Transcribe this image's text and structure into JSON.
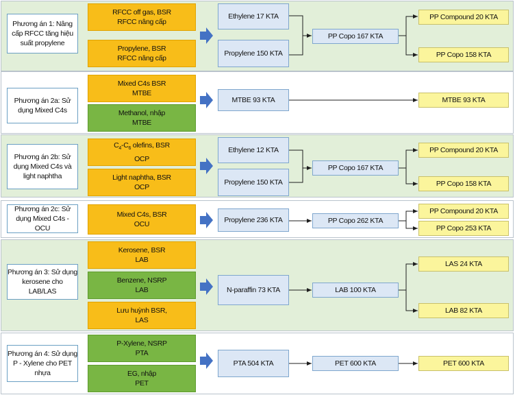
{
  "colors": {
    "band_green": "#e2efd9",
    "band_white": "#ffffff",
    "input_orange": "#f8bd19",
    "input_green": "#79b644",
    "intermediate_blue": "#dce7f5",
    "product_yellow": "#fbf59c",
    "arrow_blue": "#4472c4"
  },
  "pa1": {
    "label": "Phương án 1: Nâng cấp RFCC tăng hiệu suất propylene",
    "in1": {
      "l1": "RFCC off gas, BSR",
      "l2": "RFCC nâng cấp"
    },
    "in2": {
      "l1": "Propylene, BSR",
      "l2": "RFCC nâng cấp"
    },
    "mid1": "Ethylene 17 KTA",
    "mid2": "Propylene 150 KTA",
    "merge": "PP Copo 167 KTA",
    "out1": "PP Compound 20 KTA",
    "out2": "PP Copo 158 KTA"
  },
  "pa2a": {
    "label": "Phương án 2a: Sử dụng Mixed C4s",
    "in1": {
      "l1": "Mixed C4s BSR",
      "l2": "MTBE"
    },
    "in2": {
      "l1": "Methanol, nhập",
      "l2": "MTBE"
    },
    "mid1": "MTBE 93 KTA",
    "out1": "MTBE 93 KTA"
  },
  "pa2b": {
    "label": "Phương án 2b: Sử dụng Mixed C4s và light naphtha",
    "in1": {
      "l1_pre": "C",
      "l1_sub1": "4",
      "l1_mid": "-C",
      "l1_sub2": "6",
      "l1_post": " olefins, BSR",
      "l2": "OCP"
    },
    "in2": {
      "l1": "Light naphtha, BSR",
      "l2": "OCP"
    },
    "mid1": "Ethylene 12 KTA",
    "mid2": "Propylene 150 KTA",
    "merge": "PP Copo 167 KTA",
    "out1": "PP Compound 20 KTA",
    "out2": "PP Copo 158 KTA"
  },
  "pa2c": {
    "label": "Phương án 2c: Sử dụng Mixed C4s - OCU",
    "in1": {
      "l1": "Mixed C4s, BSR",
      "l2": "OCU"
    },
    "mid1": "Propylene 236 KTA",
    "merge": "PP Copo 262 KTA",
    "out1": "PP Compound 20 KTA",
    "out2": "PP Copo 253 KTA"
  },
  "pa3": {
    "label": "Phương án 3: Sử dụng kerosene cho LAB/LAS",
    "in1": {
      "l1": "Kerosene, BSR",
      "l2": "LAB"
    },
    "in2": {
      "l1": "Benzene, NSRP",
      "l2": "LAB"
    },
    "in3": {
      "l1": "Lưu huỳnh BSR,",
      "l2": "LAS"
    },
    "mid1": "N-paraffin 73 KTA",
    "merge": "LAB 100 KTA",
    "out1": "LAS 24 KTA",
    "out2": "LAB 82 KTA"
  },
  "pa4": {
    "label": "Phương án 4: Sử dụng P - Xylene cho PET nhựa",
    "in1": {
      "l1": "P-Xylene, NSRP",
      "l2": "PTA"
    },
    "in2": {
      "l1": "EG, nhập",
      "l2": "PET"
    },
    "mid1": "PTA 504 KTA",
    "merge": "PET 600 KTA",
    "out1": "PET 600 KTA"
  }
}
